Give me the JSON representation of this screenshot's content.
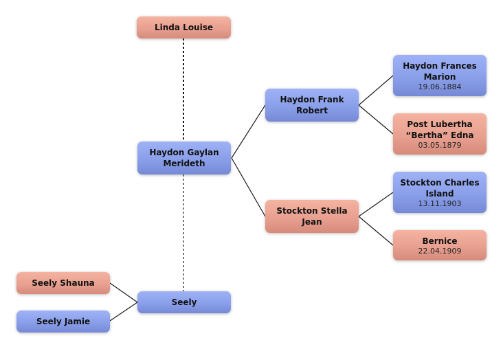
{
  "colors": {
    "male": "#8a9fe9",
    "female": "#e8a090",
    "link": "#1a1a1a"
  },
  "people": [
    {
      "id": "linda",
      "name": "Linda Louise",
      "date": "",
      "gender": "female"
    },
    {
      "id": "gaylan",
      "name": "Haydon Gaylan Merideth",
      "date": "",
      "gender": "male"
    },
    {
      "id": "frank",
      "name": "Haydon Frank Robert",
      "date": "",
      "gender": "male"
    },
    {
      "id": "stella",
      "name": "Stockton Stella Jean",
      "date": "",
      "gender": "female"
    },
    {
      "id": "frances",
      "name": "Haydon Frances Marion",
      "date": "19.06.1884",
      "gender": "male"
    },
    {
      "id": "lubertha",
      "name": "Post Lubertha “Bertha” Edna",
      "date": "03.05.1879",
      "gender": "female"
    },
    {
      "id": "charles",
      "name": "Stockton Charles Island",
      "date": "13.11.1903",
      "gender": "male"
    },
    {
      "id": "bernice",
      "name": "Bernice",
      "date": "22.04.1909",
      "gender": "female"
    },
    {
      "id": "seely",
      "name": "Seely",
      "date": "",
      "gender": "male"
    },
    {
      "id": "shauna",
      "name": "Seely Shauna",
      "date": "",
      "gender": "female"
    },
    {
      "id": "jamie",
      "name": "Seely Jamie",
      "date": "",
      "gender": "male"
    }
  ],
  "relations": [
    {
      "type": "partner",
      "from": "linda",
      "to": "gaylan"
    },
    {
      "type": "partner",
      "from": "gaylan",
      "to": "seely"
    },
    {
      "type": "parent",
      "child": "gaylan",
      "parent": "frank"
    },
    {
      "type": "parent",
      "child": "gaylan",
      "parent": "stella"
    },
    {
      "type": "parent",
      "child": "frank",
      "parent": "frances"
    },
    {
      "type": "parent",
      "child": "frank",
      "parent": "lubertha"
    },
    {
      "type": "parent",
      "child": "stella",
      "parent": "charles"
    },
    {
      "type": "parent",
      "child": "stella",
      "parent": "bernice"
    },
    {
      "type": "parent",
      "child": "seely",
      "parent": "shauna"
    },
    {
      "type": "parent",
      "child": "seely",
      "parent": "jamie"
    }
  ]
}
